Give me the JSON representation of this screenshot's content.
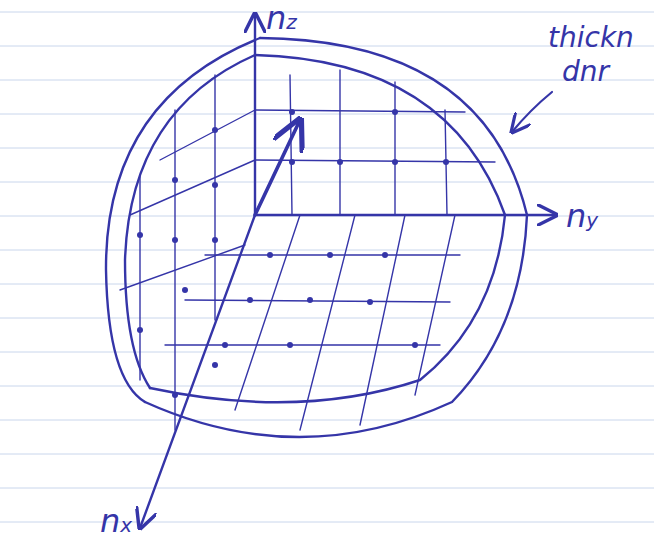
{
  "diagram": {
    "labels": [
      "nz",
      "ny",
      "nx",
      "thickn",
      "dnr"
    ]
  }
}
